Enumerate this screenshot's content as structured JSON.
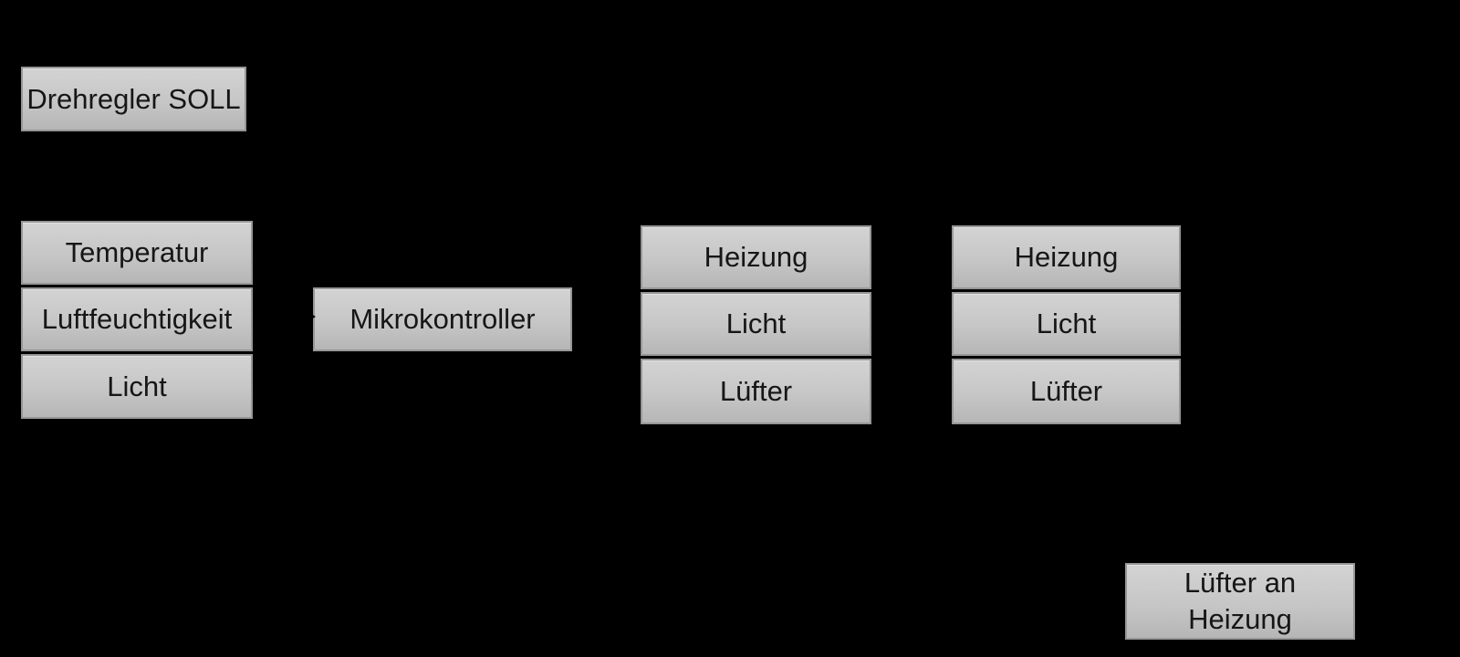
{
  "diagram": {
    "background_color": "#000000",
    "box_style": {
      "fill_top": "#d3d3d3",
      "fill_bottom": "#b6b6b6",
      "border_color": "#979797",
      "text_color": "#161616"
    },
    "nodes": {
      "drehregler_soll": "Drehregler SOLL",
      "temperatur": "Temperatur",
      "luftfeuchtigkeit": "Luftfeuchtigkeit",
      "licht_sensor": "Licht",
      "mikrokontroller": "Mikrokontroller",
      "outputs_column_1": {
        "heizung": "Heizung",
        "licht": "Licht",
        "luefter": "Lüfter"
      },
      "outputs_column_2": {
        "heizung": "Heizung",
        "licht": "Licht",
        "luefter": "Lüfter"
      },
      "luefter_an_heizung": {
        "line_1": "Lüfter an",
        "line_2": "Heizung"
      }
    }
  }
}
